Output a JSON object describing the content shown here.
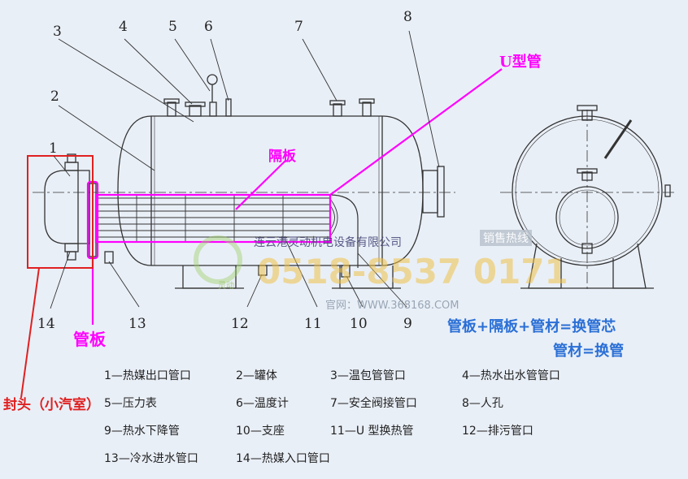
{
  "callouts": [
    "1",
    "2",
    "3",
    "4",
    "5",
    "6",
    "7",
    "8",
    "9",
    "10",
    "11",
    "12",
    "13",
    "14"
  ],
  "annotations": {
    "u_tube": "U型管",
    "baffle": "隔板",
    "tube_sheet": "管板",
    "head_chamber": "封头（小汽室）",
    "formula_1": "管板+隔板+管材=换管芯",
    "formula_2": "管材=换管"
  },
  "legend": [
    "1—热媒出口管口",
    "2—罐体",
    "3—温包管管口",
    "4—热水出水管管口",
    "5—压力表",
    "6—温度计",
    "7—安全阀接管口",
    "8—人孔",
    "9—热水下降管",
    "10—支座",
    "11—U 型换热管",
    "12—排污管口",
    "13—冷水进水管口",
    "14—热媒入口管口"
  ],
  "watermark": {
    "company": "连云港灵动机电设备有限公司",
    "phone": "0518-8537 0171",
    "website": "官网：WWW.368168.COM",
    "sales": "销售热线",
    "logo_text": "灵动"
  },
  "colors": {
    "magenta": "#ff00ff",
    "red": "#e02020",
    "blue": "#2a6fd6",
    "line": "#333333"
  }
}
